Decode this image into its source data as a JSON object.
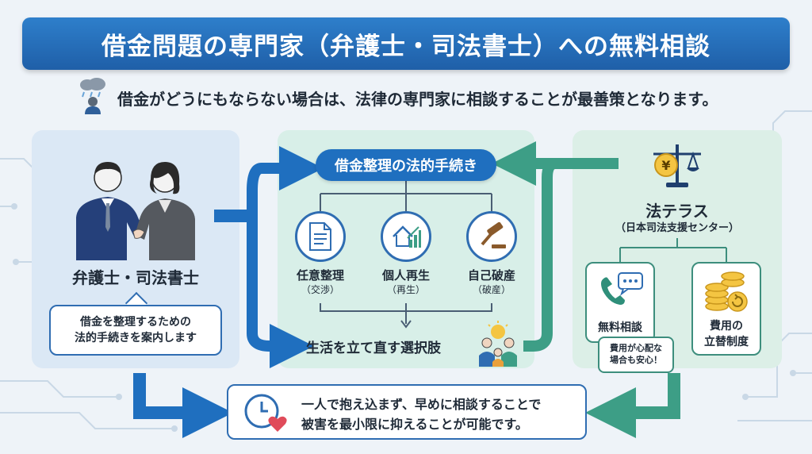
{
  "title": "借金問題の専門家（弁護士・司法書士）への無料相談",
  "subtitle": "借金がどうにもならない場合は、法律の専門家に相談することが最善策となります。",
  "left": {
    "heading": "弁護士・司法書士",
    "callout_line1": "借金を整理するための",
    "callout_line2": "法的手続きを案内します"
  },
  "middle": {
    "pill_label": "借金整理の法的手続き",
    "procedures": [
      {
        "name": "任意整理",
        "sub": "（交渉）",
        "icon": "document-icon"
      },
      {
        "name": "個人再生",
        "sub": "（再生）",
        "icon": "house-chart-icon"
      },
      {
        "name": "自己破産",
        "sub": "（破産）",
        "icon": "gavel-icon"
      }
    ],
    "result_label": "生活を立て直す選択肢"
  },
  "right": {
    "org_name": "法テラス",
    "org_sub": "（日本司法支援センター）",
    "services": [
      {
        "line1": "無料相談",
        "line2": "",
        "icon": "phone-chat-icon"
      },
      {
        "line1": "費用の",
        "line2": "立替制度",
        "icon": "coins-icon"
      }
    ],
    "bubble_line1": "費用が心配な",
    "bubble_line2": "場合も安心！"
  },
  "bottom": {
    "line1": "一人で抱え込まず、早めに相談することで",
    "line2": "被害を最小限に抑えることが可能です。"
  },
  "colors": {
    "title_bg": "#1f5fa8",
    "blue_arrow": "#1f6fbf",
    "green_arrow": "#3d9e86",
    "panel_left": "#dbe8f5",
    "panel_mid": "#d8efe8",
    "panel_right": "#dcefe7"
  }
}
